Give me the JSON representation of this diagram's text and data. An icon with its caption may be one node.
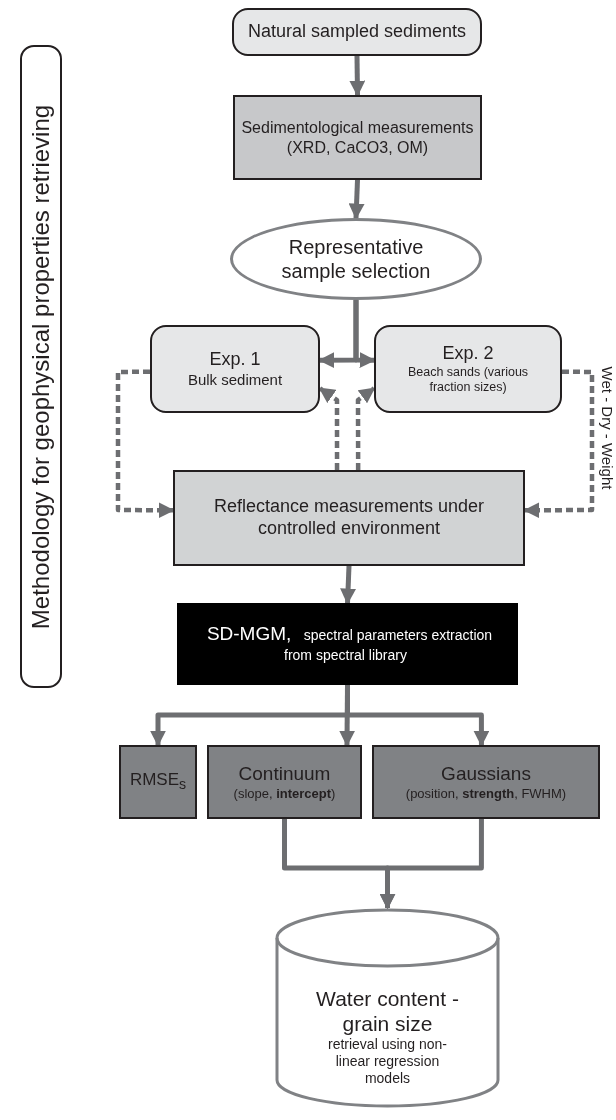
{
  "diagram": {
    "nodes": [
      {
        "text": [
          "Methodology for geophysical properties retrieving"
        ]
      },
      {
        "text": [
          "Natural sampled sediments"
        ]
      },
      {
        "text": [
          "Sedimentological measurements (XRD, CaCO3, OM)"
        ]
      },
      {
        "text": [
          "Representative sample selection"
        ]
      },
      {
        "text": [
          "Exp. 1",
          "Bulk sediment"
        ]
      },
      {
        "text": [
          "Exp. 2",
          "Beach sands (various fraction sizes)"
        ]
      },
      {
        "text": [
          "Reflectance measurements under controlled environment"
        ]
      },
      {
        "text": [
          "SD-MGM,",
          "spectral parameters extraction from spectral library"
        ]
      },
      {
        "text": [
          "RMSE$_{s}$"
        ]
      },
      {
        "text": [
          "Continuum",
          "(slope, **intercept**)"
        ]
      },
      {
        "text": [
          "Gaussians",
          "(position, **strength**, FWHM)"
        ]
      },
      {
        "text": [
          "Water content - grain size",
          "retrieval using non-linear regression models"
        ]
      }
    ],
    "edges": [
      {
        "from": 1,
        "to": 2,
        "arrow": "to"
      },
      {
        "from": 2,
        "to": 3,
        "arrow": "to"
      },
      {
        "from": 3,
        "to": 4,
        "arrow": "to"
      },
      {
        "from": 3,
        "to": 5,
        "arrow": "to"
      },
      {
        "from": 4,
        "to": 6,
        "arrow": "to",
        "style": "dashed"
      },
      {
        "from": 6,
        "to": 4,
        "arrow": "to",
        "style": "dashed"
      },
      {
        "from": 6,
        "to": 5,
        "arrow": "to",
        "style": "dashed"
      },
      {
        "from": 5,
        "to": 6,
        "arrow": "to",
        "style": "dashed"
      },
      {
        "from": 6,
        "to": 7,
        "arrow": "to"
      },
      {
        "from": 7,
        "to": 8,
        "arrow": "to"
      },
      {
        "from": 7,
        "to": 9,
        "arrow": "to"
      },
      {
        "from": 7,
        "to": 10,
        "arrow": "to"
      },
      {
        "from": 9,
        "to": 11,
        "arrow": "to"
      },
      {
        "from": 10,
        "to": 11,
        "arrow": "to"
      }
    ],
    "labels": [
      "Wet - Dry - Weight"
    ]
  }
}
